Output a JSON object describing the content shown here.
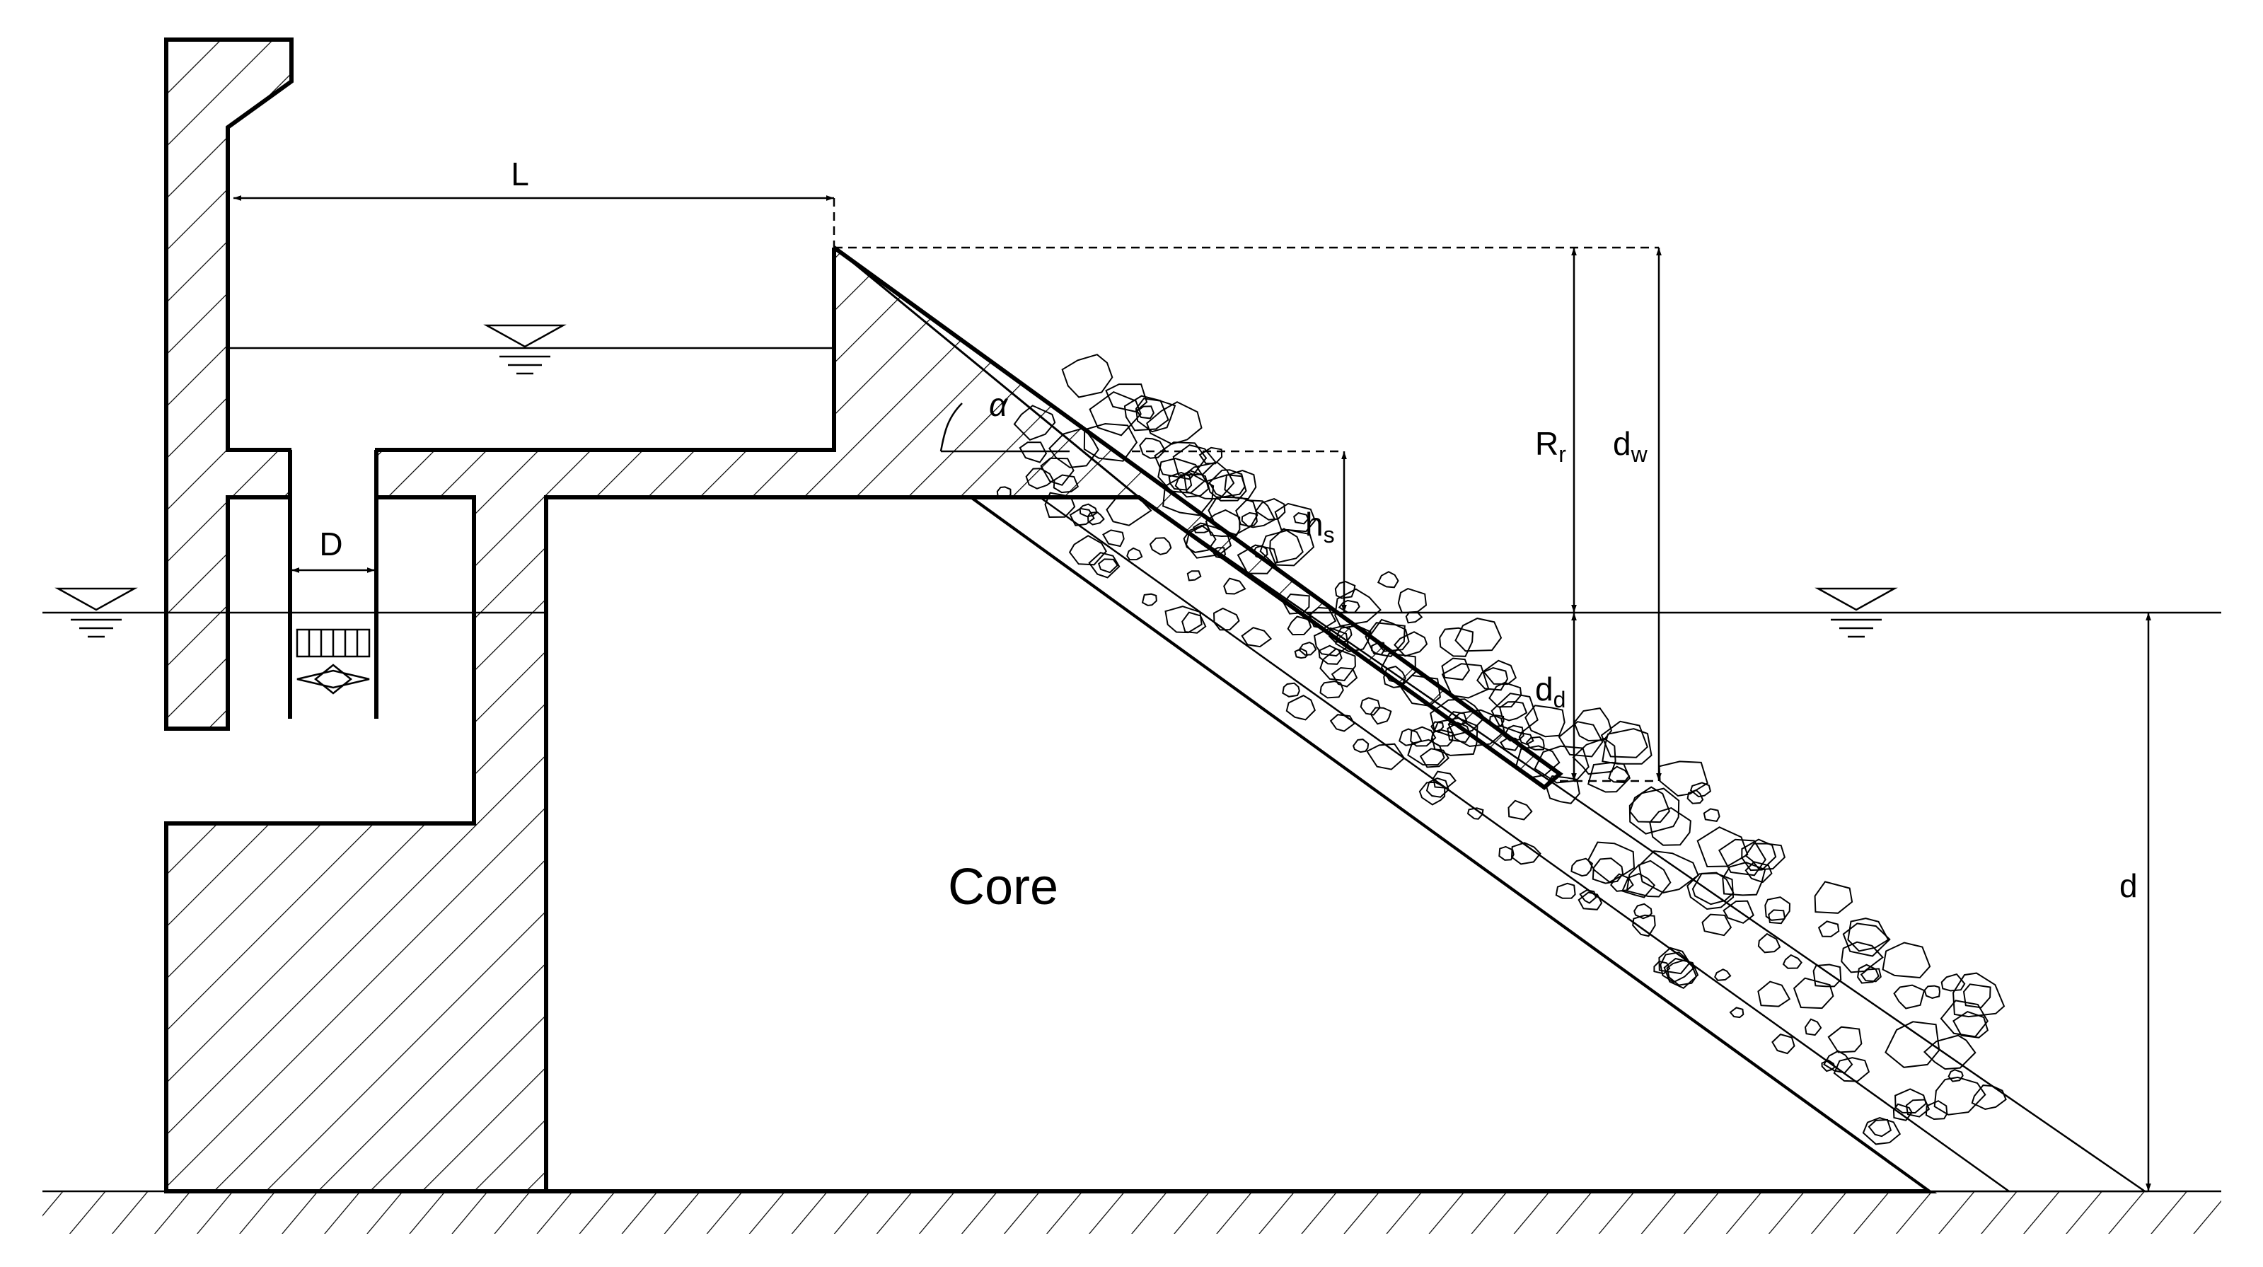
{
  "labels": {
    "L": "L",
    "D": "D",
    "alpha": "α",
    "hs_main": "h",
    "hs_sub": "s",
    "Rr_main": "R",
    "Rr_sub": "r",
    "dw_main": "d",
    "dw_sub": "w",
    "dd_main": "d",
    "dd_sub": "d",
    "d": "d",
    "core": "Core"
  },
  "symbols": {
    "water_level": "inverted-triangle-icon"
  }
}
